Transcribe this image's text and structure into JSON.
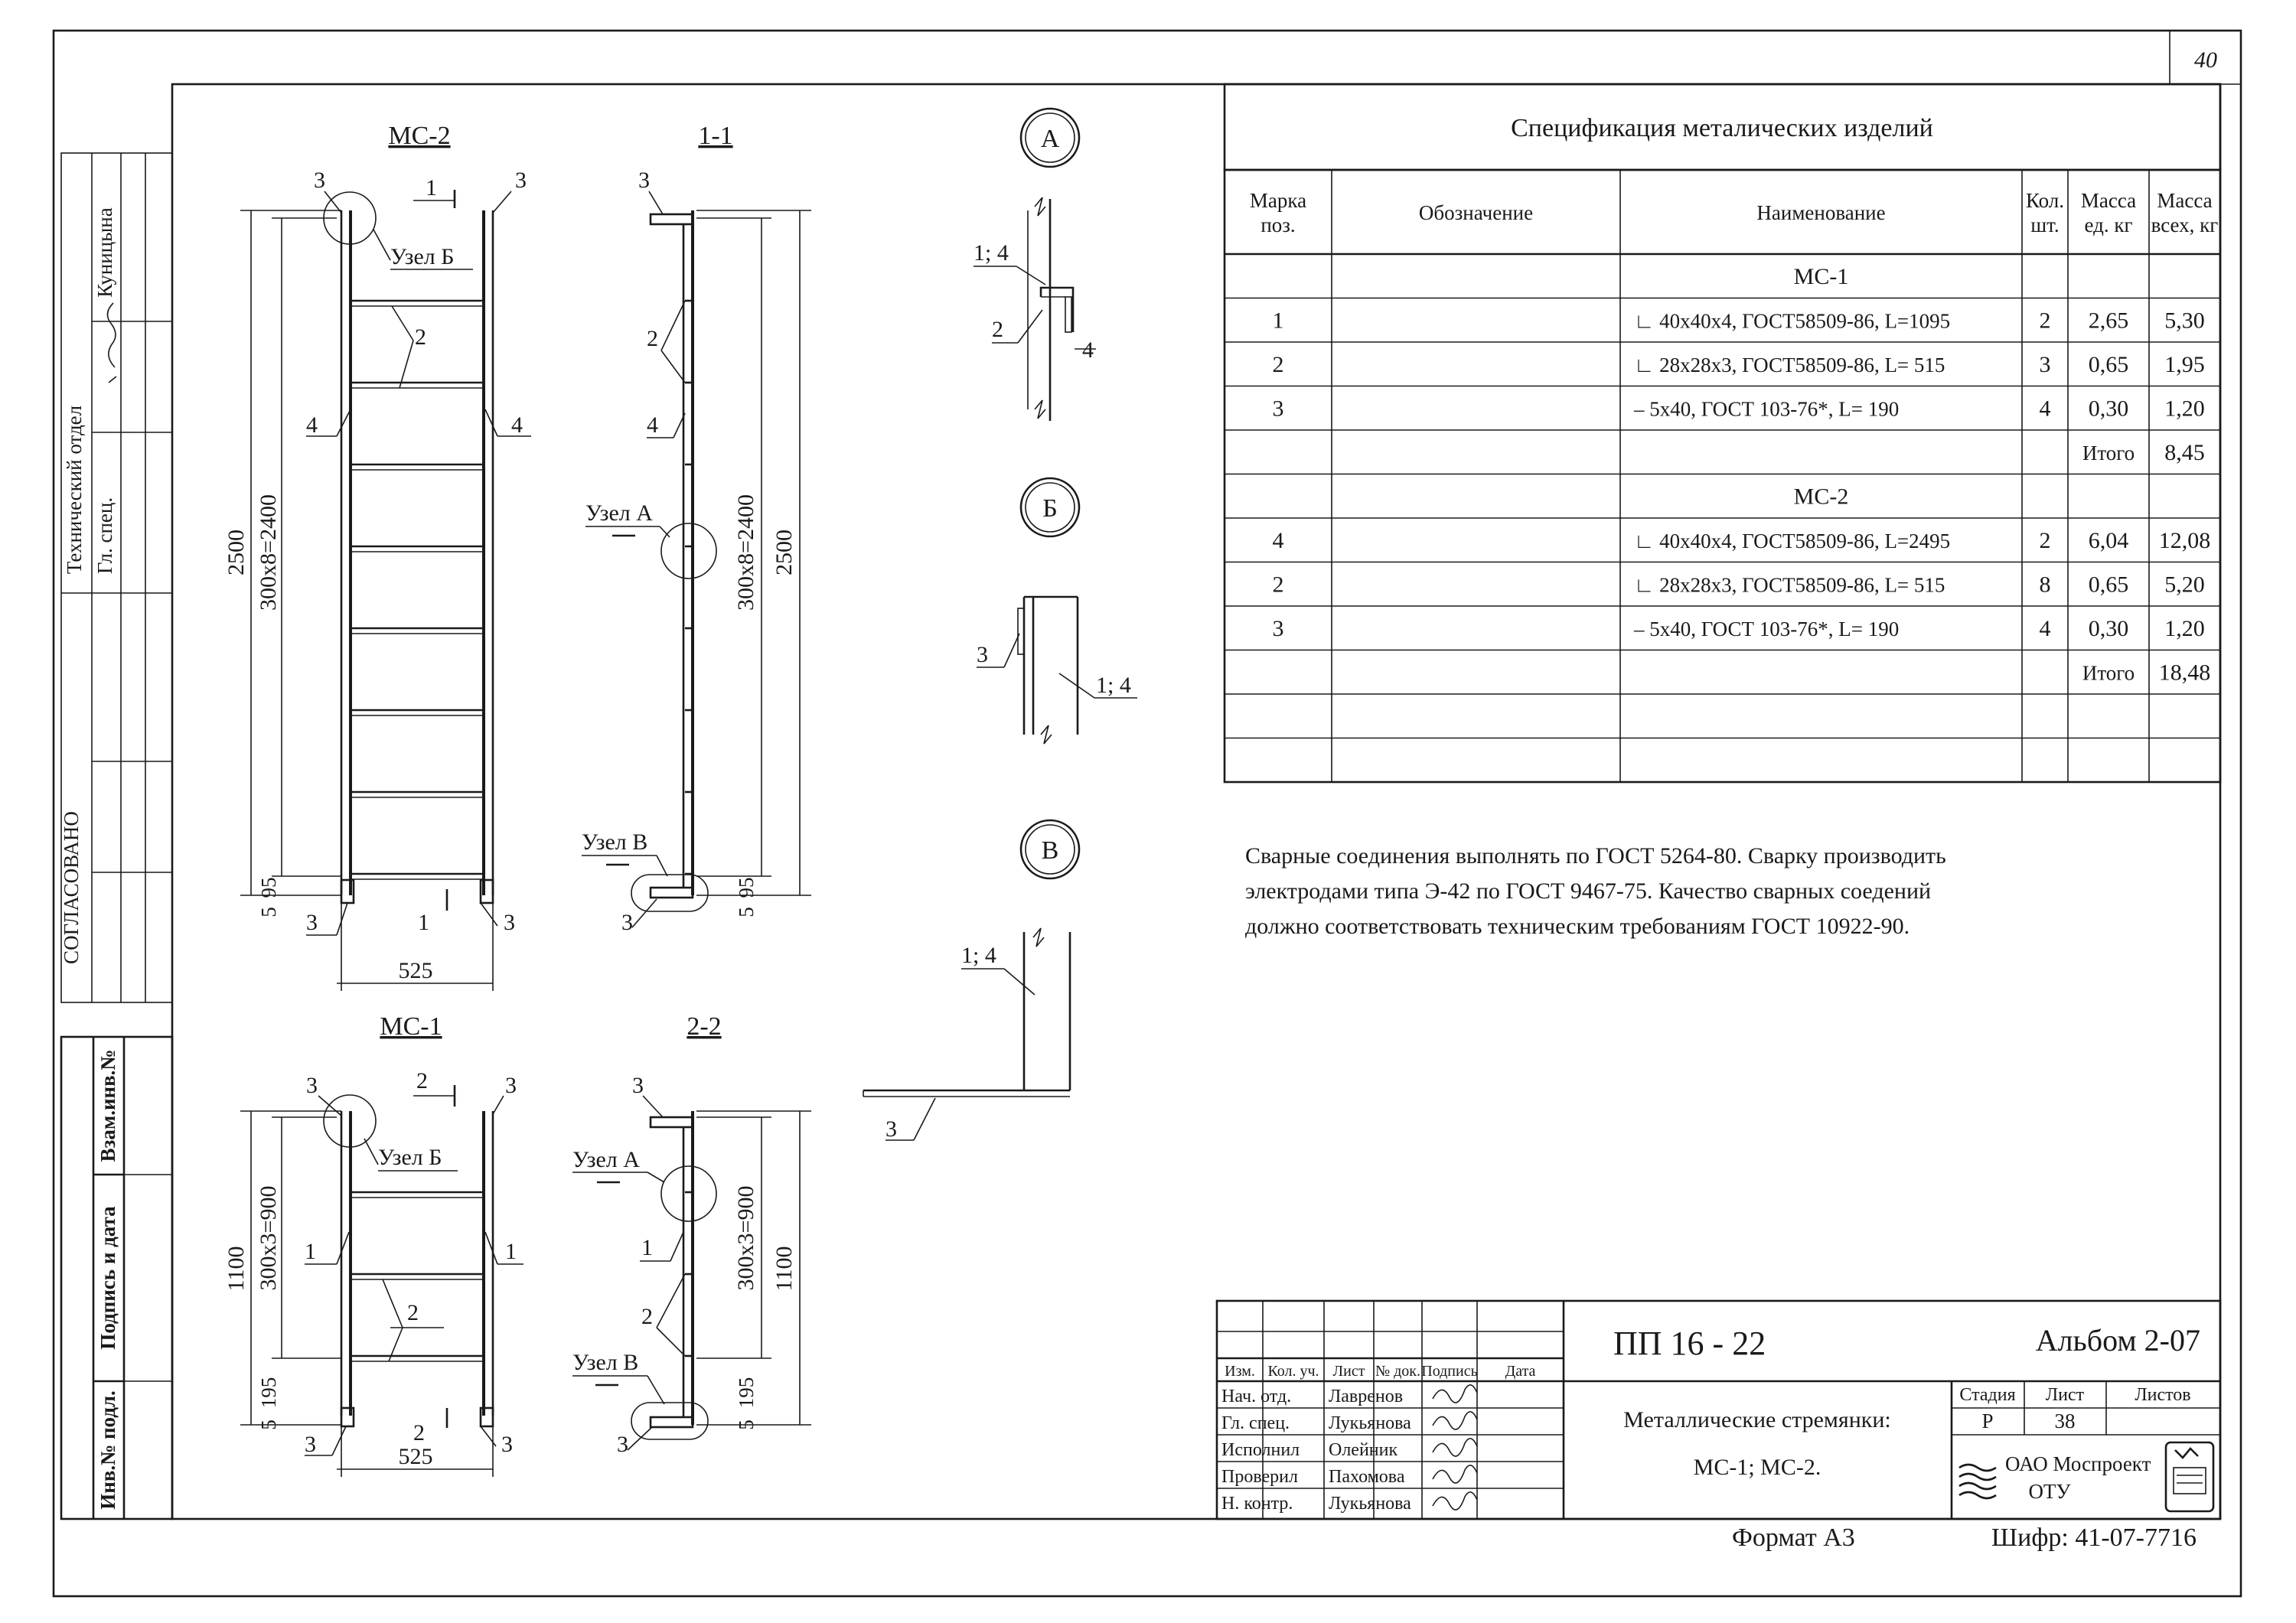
{
  "sheet": {
    "page_number": "40",
    "format_label": "Формат А3",
    "cipher": "Шифр: 41-07-7716"
  },
  "side_stamp": {
    "department": "Технический отдел",
    "approver_surname": "Куницына",
    "chief_spec": "Гл. спец.",
    "agreed": "СОГЛАСОВАНО",
    "replaced_inv": "Взам.инв.№",
    "signature_date": "Подпись и дата",
    "orig_inv": "Инв.№ подл."
  },
  "drawings": {
    "ms2": {
      "title": "МС-2",
      "tag_node_b": "Узел Б",
      "dim_total": "2500",
      "dim_pitch": "300х8=2400",
      "dim_width": "525",
      "dim_bottom": "95",
      "dim_gap": "5",
      "cut_mark": "1",
      "pos_1": "1",
      "pos_2": "2",
      "pos_3": "3",
      "pos_4": "4"
    },
    "sec11": {
      "title": "1-1",
      "tag_node_a": "Узел А",
      "tag_node_v": "Узел В",
      "dim_total": "2500",
      "dim_pitch": "300х8=2400",
      "dim_bottom": "95",
      "dim_gap": "5",
      "pos_2": "2",
      "pos_3": "3",
      "pos_4": "4"
    },
    "ms1": {
      "title": "МС-1",
      "tag_node_b": "Узел Б",
      "dim_total": "1100",
      "dim_pitch": "300х3=900",
      "dim_width": "525",
      "dim_bottom": "195",
      "dim_gap": "5",
      "cut_mark": "2",
      "pos_1": "1",
      "pos_2": "2",
      "pos_3": "3"
    },
    "sec22": {
      "title": "2-2",
      "tag_node_a": "Узел А",
      "tag_node_v": "Узел В",
      "dim_total": "1100",
      "dim_pitch": "300х3=900",
      "dim_bottom": "195",
      "dim_gap": "5",
      "pos_1": "1",
      "pos_2": "2",
      "pos_3": "3"
    },
    "node_a": {
      "letter": "А",
      "pos_14": "1; 4",
      "pos_2": "2",
      "pos_4": "4"
    },
    "node_b": {
      "letter": "Б",
      "pos_3": "3",
      "pos_14": "1; 4"
    },
    "node_v": {
      "letter": "В",
      "pos_14": "1; 4",
      "pos_3": "3"
    }
  },
  "spec": {
    "title": "Спецификация металических изделий",
    "headers": [
      "Марка поз.",
      "Обозначение",
      "Наименование",
      "Кол. шт.",
      "Масса ед. кг",
      "Масса всех, кг"
    ],
    "headers_lines": [
      [
        "Марка",
        "поз."
      ],
      [
        "Обозначение"
      ],
      [
        "Наименование"
      ],
      [
        "Кол.",
        "шт."
      ],
      [
        "Масса",
        "ед. кг"
      ],
      [
        "Масса",
        "всех, кг"
      ]
    ],
    "rows": [
      {
        "kind": "group",
        "name": "МС-1"
      },
      {
        "kind": "item",
        "pos": "1",
        "name": "∟ 40х40х4, ГОСТ58509-86,  L=1095",
        "qty": "2",
        "unit": "2,65",
        "total": "5,30"
      },
      {
        "kind": "item",
        "pos": "2",
        "name": "∟ 28х28х3, ГОСТ58509-86,  L= 515",
        "qty": "3",
        "unit": "0,65",
        "total": "1,95"
      },
      {
        "kind": "item",
        "pos": "3",
        "name": "– 5х40,      ГОСТ 103-76*,   L= 190",
        "qty": "4",
        "unit": "0,30",
        "total": "1,20"
      },
      {
        "kind": "total",
        "unit": "Итого",
        "total": "8,45"
      },
      {
        "kind": "group",
        "name": "МС-2"
      },
      {
        "kind": "item",
        "pos": "4",
        "name": "∟ 40х40х4, ГОСТ58509-86,  L=2495",
        "qty": "2",
        "unit": "6,04",
        "total": "12,08"
      },
      {
        "kind": "item",
        "pos": "2",
        "name": "∟ 28х28х3, ГОСТ58509-86,  L= 515",
        "qty": "8",
        "unit": "0,65",
        "total": "5,20"
      },
      {
        "kind": "item",
        "pos": "3",
        "name": "– 5х40,      ГОСТ 103-76*,   L= 190",
        "qty": "4",
        "unit": "0,30",
        "total": "1,20"
      },
      {
        "kind": "total",
        "unit": "Итого",
        "total": "18,48"
      },
      {
        "kind": "empty"
      },
      {
        "kind": "empty"
      }
    ]
  },
  "notes": [
    "Сварные соединения выполнять по ГОСТ 5264-80. Сварку производить",
    "электродами типа Э-42 по ГОСТ 9467-75. Качество сварных соедений",
    "должно соответствовать техническим требованиям ГОСТ 10922-90."
  ],
  "title_block": {
    "doc_code": "ПП   16 - 22",
    "album": "Альбом 2-07",
    "col_headers": [
      "Изм.",
      "Кол. уч.",
      "Лист",
      "№ док.",
      "Подпись",
      "Дата"
    ],
    "people": [
      {
        "role": "Нач. отд.",
        "name": "Лавренов"
      },
      {
        "role": "Гл. спец.",
        "name": "Лукьянова"
      },
      {
        "role": "Исполнил",
        "name": "Олейник"
      },
      {
        "role": "Проверил",
        "name": "Пахомова"
      },
      {
        "role": "Н. контр.",
        "name": "Лукьянова"
      }
    ],
    "drawing_title_1": "Металлические стремянки:",
    "drawing_title_2": "МС-1; МС-2.",
    "stage_label": "Стадия",
    "sheet_label": "Лист",
    "sheets_label": "Листов",
    "stage": "Р",
    "sheet_no": "38",
    "org_line1": "ОАО Моспроект",
    "org_line2": "ОТУ"
  }
}
